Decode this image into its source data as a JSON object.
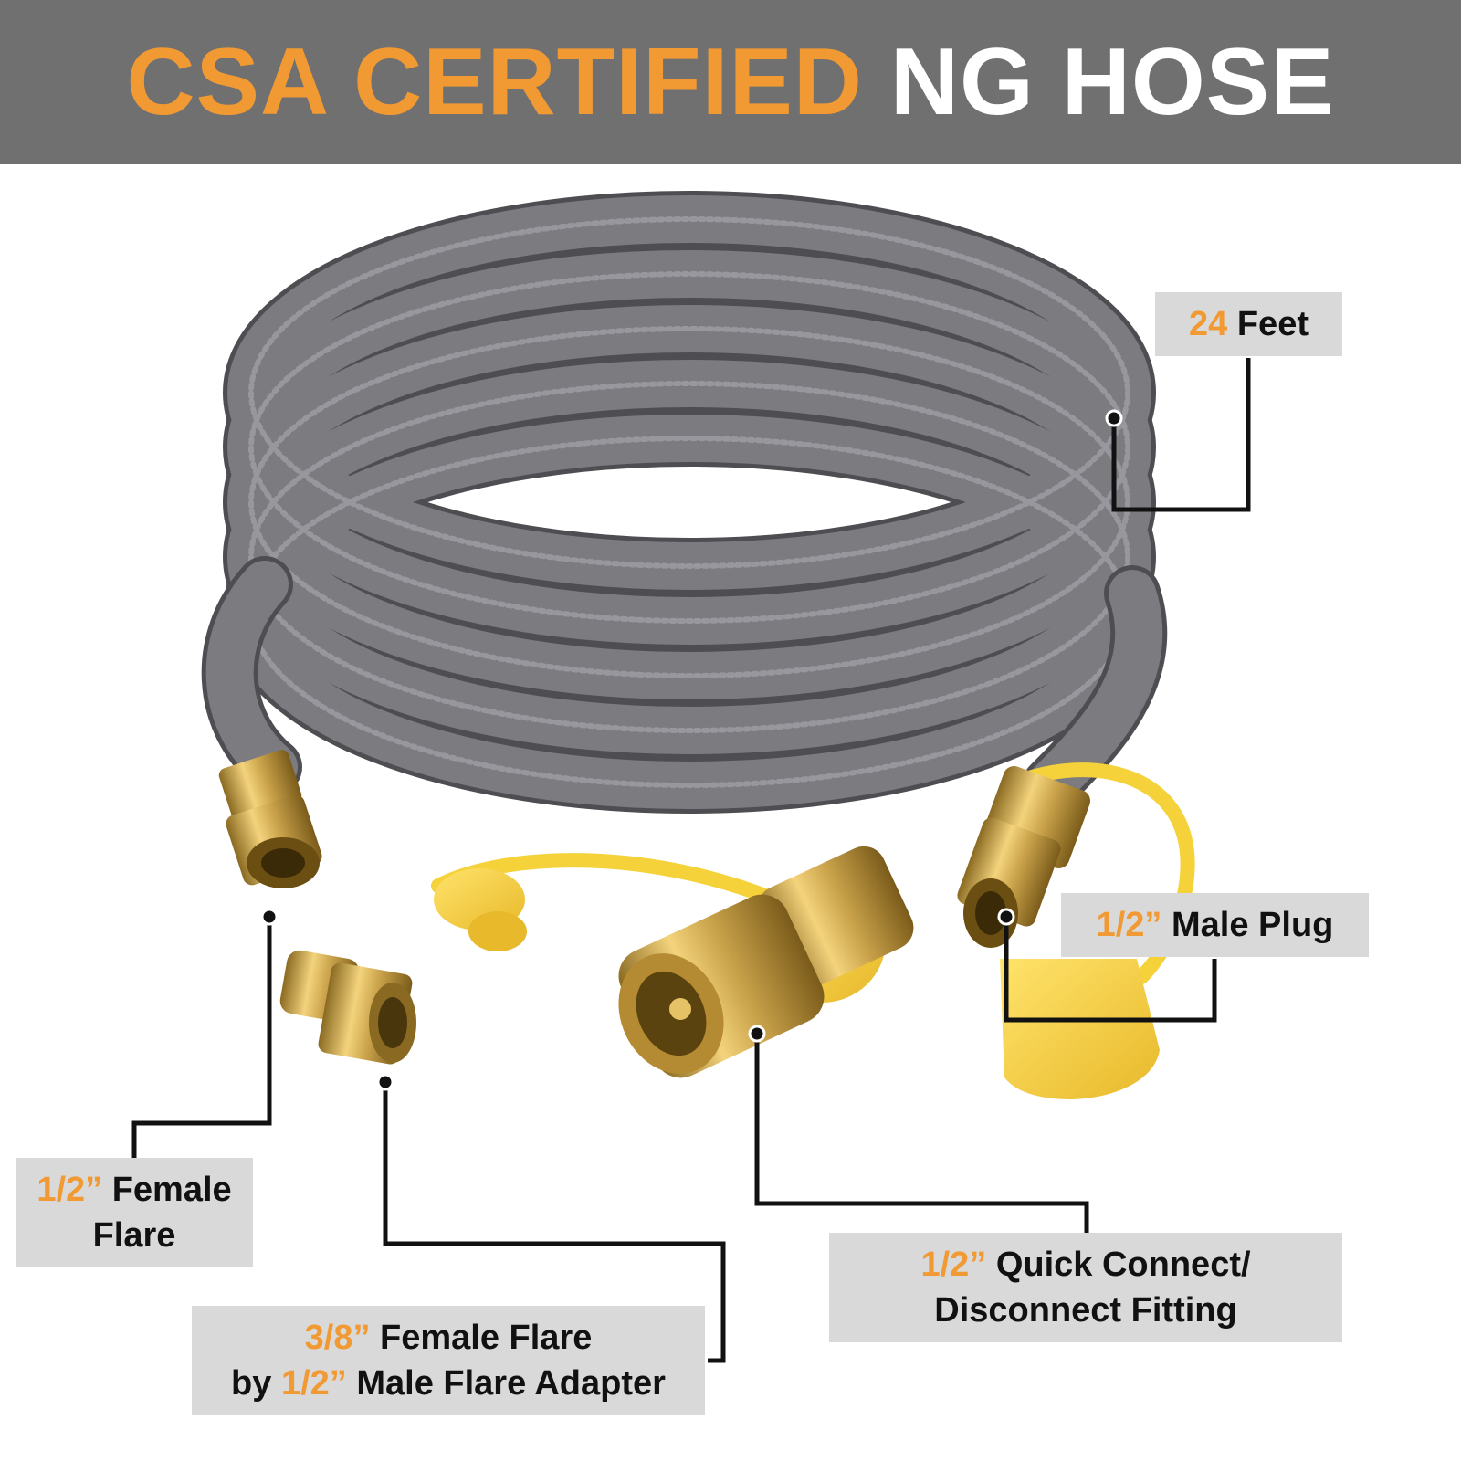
{
  "banner": {
    "title_accent": "CSA CERTIFIED",
    "title_rest": "NG HOSE"
  },
  "labels": {
    "length": {
      "accent": "24",
      "text": "Feet"
    },
    "male_plug": {
      "accent": "1/2”",
      "text": "Male Plug"
    },
    "female_flare": {
      "accent": "1/2”",
      "text": "Female",
      "line2": "Flare"
    },
    "quick_connect": {
      "accent": "1/2”",
      "text": "Quick Connect/",
      "line2": "Disconnect Fitting"
    },
    "adapter": {
      "accent": "3/8”",
      "text": "Female Flare",
      "line2_pre": "by",
      "line2_accent": "1/2”",
      "line2_text": "Male Flare Adapter"
    }
  },
  "colors": {
    "accent": "#f19a33",
    "banner_bg": "#707070",
    "label_bg": "#d9d9d9",
    "hose": "#6e6e72",
    "brass": "#c9a24a",
    "cap": "#f5d23a"
  }
}
